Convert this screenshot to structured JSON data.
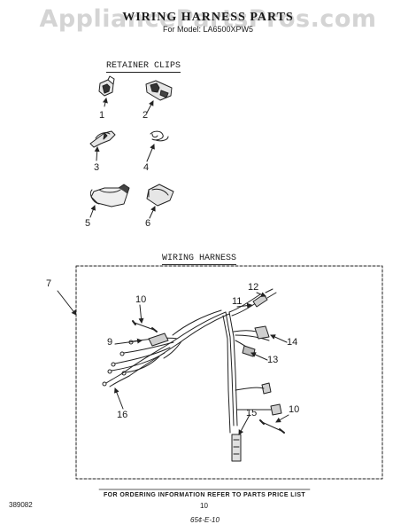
{
  "watermark": "AppliancePartsPros.com",
  "title": "WIRING HARNESS PARTS",
  "subtitle": "For Model: LA6500XPW5",
  "sections": {
    "retainer_clips": "RETAINER CLIPS",
    "wiring_harness": "WIRING HARNESS"
  },
  "callouts": {
    "c1": "1",
    "c2": "2",
    "c3": "3",
    "c4": "4",
    "c5": "5",
    "c6": "6",
    "c7": "7",
    "c9": "9",
    "c10a": "10",
    "c10b": "10",
    "c11": "11",
    "c12": "12",
    "c13": "13",
    "c14": "14",
    "c15": "15",
    "c16": "16"
  },
  "footer": {
    "ordering_note": "FOR ORDERING INFORMATION REFER TO PARTS PRICE LIST",
    "doc_number": "389082",
    "page_number": "10",
    "handwritten_code": "65¢-E-10"
  }
}
